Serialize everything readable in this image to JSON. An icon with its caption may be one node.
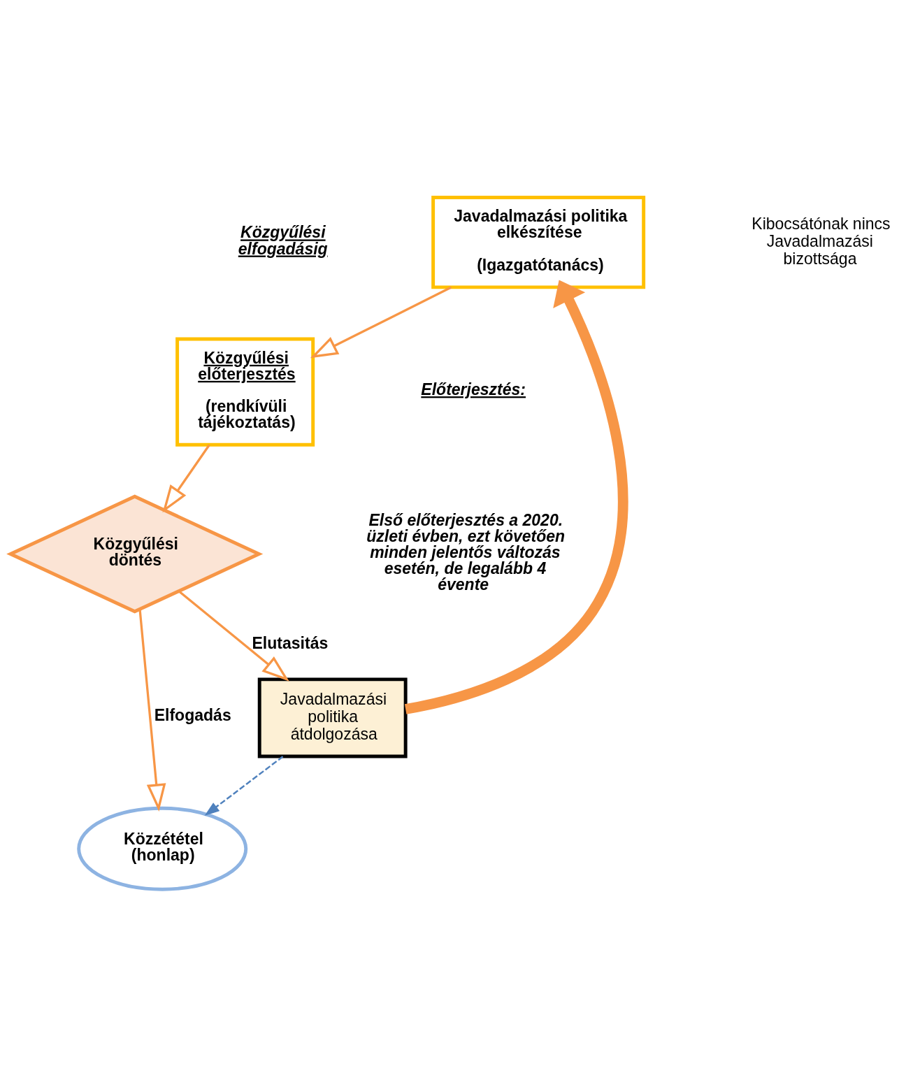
{
  "diagram": {
    "nodes": [
      {
        "text": [
          "Javadalmazási politika elkészítése",
          "(Igazgatótanács)"
        ]
      },
      {
        "text": [
          "Közgyűlési előterjesztés",
          "(rendkívüli tájékoztatás)"
        ]
      },
      {
        "text": [
          "Közgyűlési döntés"
        ]
      },
      {
        "text": [
          "Javadalmazási politika átdolgozása"
        ]
      },
      {
        "text": [
          "Közzététel (honlap)"
        ]
      }
    ],
    "edges": [
      {
        "from": 0,
        "to": 1,
        "arrow": "to"
      },
      {
        "from": 1,
        "to": 2,
        "arrow": "to"
      },
      {
        "from": 2,
        "to": 3,
        "arrow": "to",
        "label": "Elutasitás"
      },
      {
        "from": 2,
        "to": 4,
        "arrow": "to",
        "label": "Elfogadás"
      },
      {
        "from": 3,
        "to": 0,
        "arrow": "to",
        "style": "thick"
      },
      {
        "from": 3,
        "to": 4,
        "arrow": "to",
        "style": "dashed",
        "color": "#4f81bd"
      }
    ],
    "labels": [
      "Kibocsátónak nincs Javadalmazási bizottsága",
      "Közgyűlési elfogadásig",
      "Előterjesztés:",
      "Első előterjesztés a 2020. üzleti évben, ezt követően minden jelentős változás esetén, de legalább 4 évente"
    ]
  }
}
